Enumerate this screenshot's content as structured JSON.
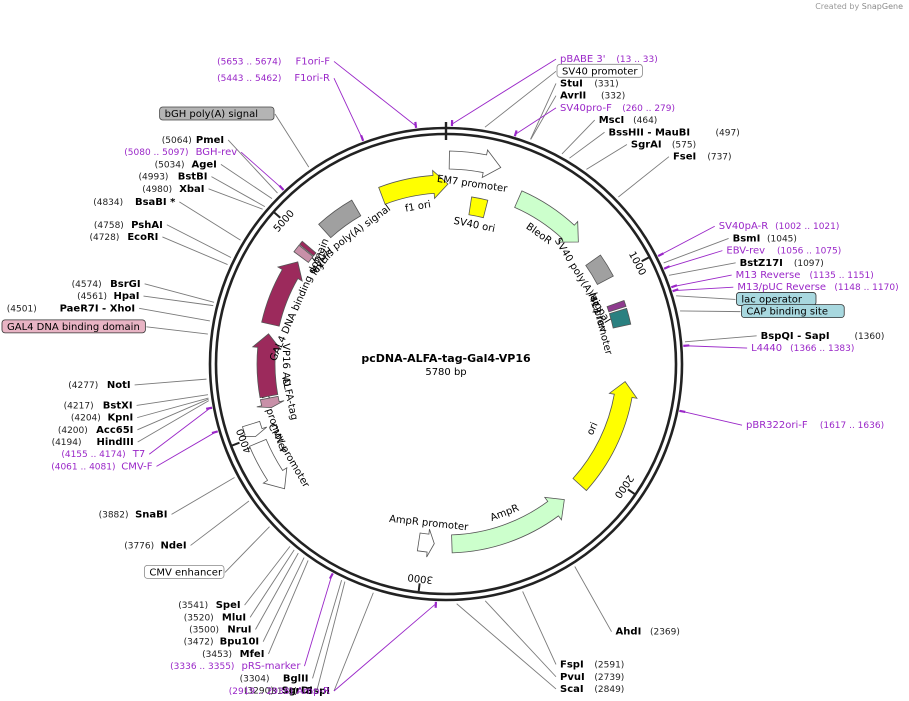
{
  "credit": {
    "prefix": "Created by",
    "brand": "SnapGene"
  },
  "title": "pcDNA-ALFA-tag-Gal4-VP16",
  "length_label": "5780 bp",
  "total_bp": 5780,
  "tick_labels": [
    "1000",
    "2000",
    "3000",
    "4000",
    "5000"
  ],
  "ticks": [
    1000,
    2000,
    3000,
    4000,
    5000
  ],
  "enzymes": [
    {
      "name": "StuI",
      "pos": "(331)",
      "bp": 331
    },
    {
      "name": "AvrII",
      "pos": "(332)",
      "bp": 332
    },
    {
      "name": "MscI",
      "pos": "(464)",
      "bp": 464
    },
    {
      "name": "BssHII  - MauBI",
      "pos": "(497)",
      "bp": 497
    },
    {
      "name": "SgrAI",
      "pos": "(575)",
      "bp": 575
    },
    {
      "name": "FseI",
      "pos": "(737)",
      "bp": 737
    },
    {
      "name": "BsmI",
      "pos": "(1045)",
      "bp": 1045
    },
    {
      "name": "BstZ17I",
      "pos": "(1097)",
      "bp": 1097
    },
    {
      "name": "BspQI  - SapI",
      "pos": "(1360)",
      "bp": 1360
    },
    {
      "name": "AhdI",
      "pos": "(2369)",
      "bp": 2369
    },
    {
      "name": "FspI",
      "pos": "(2591)",
      "bp": 2591
    },
    {
      "name": "PvuI",
      "pos": "(2739)",
      "bp": 2739
    },
    {
      "name": "ScaI",
      "pos": "(2849)",
      "bp": 2849
    },
    {
      "name": "SspI",
      "pos": "(3173)",
      "bp": 3173
    },
    {
      "name": "SgrDI",
      "pos": "(3290)",
      "bp": 3290
    },
    {
      "name": "BglII",
      "pos": "(3304)",
      "bp": 3304
    },
    {
      "name": "MfeI",
      "pos": "(3453)",
      "bp": 3453
    },
    {
      "name": "Bpu10I",
      "pos": "(3472)",
      "bp": 3472
    },
    {
      "name": "NruI",
      "pos": "(3500)",
      "bp": 3500
    },
    {
      "name": "MluI",
      "pos": "(3520)",
      "bp": 3520
    },
    {
      "name": "SpeI",
      "pos": "(3541)",
      "bp": 3541
    },
    {
      "name": "NdeI",
      "pos": "(3776)",
      "bp": 3776
    },
    {
      "name": "SnaBI",
      "pos": "(3882)",
      "bp": 3882
    },
    {
      "name": "HindIII",
      "pos": "(4194)",
      "bp": 4194
    },
    {
      "name": "Acc65I",
      "pos": "(4200)",
      "bp": 4200
    },
    {
      "name": "KpnI",
      "pos": "(4204)",
      "bp": 4204
    },
    {
      "name": "BstXI",
      "pos": "(4217)",
      "bp": 4217
    },
    {
      "name": "NotI",
      "pos": "(4277)",
      "bp": 4277
    },
    {
      "name": "PaeR7I  - XhoI",
      "pos": "(4501)",
      "bp": 4501
    },
    {
      "name": "HpaI",
      "pos": "(4561)",
      "bp": 4561
    },
    {
      "name": "BsrGI",
      "pos": "(4574)",
      "bp": 4574
    },
    {
      "name": "EcoRI",
      "pos": "(4728)",
      "bp": 4728
    },
    {
      "name": "PshAI",
      "pos": "(4758)",
      "bp": 4758
    },
    {
      "name": "BsaBI *",
      "pos": "(4834)",
      "bp": 4834
    },
    {
      "name": "XbaI",
      "pos": "(4980)",
      "bp": 4980
    },
    {
      "name": "BstBI",
      "pos": "(4993)",
      "bp": 4993
    },
    {
      "name": "AgeI",
      "pos": "(5034)",
      "bp": 5034
    },
    {
      "name": "PmeI",
      "pos": "(5064)",
      "bp": 5064
    }
  ],
  "primers": [
    {
      "name": "pBABE 3'",
      "range": "(13 .. 33)",
      "bp": 23
    },
    {
      "name": "SV40pro-F",
      "range": "(260 .. 279)",
      "bp": 270
    },
    {
      "name": "SV40pA-R",
      "range": "(1002 .. 1021)",
      "bp": 1012
    },
    {
      "name": "EBV-rev",
      "range": "(1056 .. 1075)",
      "bp": 1066
    },
    {
      "name": "M13 Reverse",
      "range": "(1135 .. 1151)",
      "bp": 1143
    },
    {
      "name": "M13/pUC Reverse",
      "range": "(1148 .. 1170)",
      "bp": 1159
    },
    {
      "name": "L4440",
      "range": "(1366 .. 1383)",
      "bp": 1375
    },
    {
      "name": "pBR322ori-F",
      "range": "(1617 .. 1636)",
      "bp": 1627
    },
    {
      "name": "Amp-R",
      "range": "(2919 .. 2938)",
      "bp": 2929
    },
    {
      "name": "pRS-marker",
      "range": "(3336 .. 3355)",
      "bp": 3346
    },
    {
      "name": "CMV-F",
      "range": "(4061 .. 4081)",
      "bp": 4071
    },
    {
      "name": "T7",
      "range": "(4155 .. 4174)",
      "bp": 4165
    },
    {
      "name": "BGH-rev",
      "range": "(5080 .. 5097)",
      "bp": 5089
    },
    {
      "name": "F1ori-R",
      "range": "(5443 .. 5462)",
      "bp": 5453
    },
    {
      "name": "F1ori-F",
      "range": "(5653 .. 5674)",
      "bp": 5664
    }
  ],
  "boxed_features": [
    {
      "name": "SV40 promoter",
      "bp": 150,
      "style": "plain"
    },
    {
      "name": "lac operator",
      "bp": 1180,
      "style": "teal"
    },
    {
      "name": "CAP binding site",
      "bp": 1240,
      "style": "teal"
    },
    {
      "name": "CMV enhancer",
      "bp": 3650,
      "style": "plain"
    },
    {
      "name": "GAL4 DNA binding domain",
      "bp": 4450,
      "style": "pink"
    },
    {
      "name": "bGH poly(A) signal",
      "bp": 5220,
      "style": "gray"
    }
  ],
  "features": [
    {
      "name": "f1 ori",
      "start": 5445,
      "end": 10,
      "color": "#ffff00",
      "track": 1,
      "dir": 1
    },
    {
      "name": "EM7 promoter",
      "start": 15,
      "end": 250,
      "color": "#ffffff",
      "track": 0,
      "dir": 1
    },
    {
      "name": "BleoR",
      "start": 380,
      "end": 760,
      "color": "#ccffcc",
      "track": 1,
      "dir": 1
    },
    {
      "name": "SV40 ori",
      "start": 140,
      "end": 230,
      "color": "#ffff00",
      "track": 2,
      "dir": 0
    },
    {
      "name": "SV40 poly(A) signal",
      "start": 880,
      "end": 1000,
      "color": "#a0a0a0",
      "track": 1,
      "dir": 0
    },
    {
      "name": "M13 rev",
      "start": 1130,
      "end": 1160,
      "color": "#8e3b8e",
      "track": 1,
      "dir": 0
    },
    {
      "name": "lac promoter",
      "start": 1170,
      "end": 1250,
      "color": "#2a8080",
      "track": 1,
      "dir": 0
    },
    {
      "name": "ori",
      "start": 1535,
      "end": 2120,
      "color": "#ffff00",
      "track": 1,
      "dir": -1
    },
    {
      "name": "AmpR",
      "start": 2230,
      "end": 2860,
      "color": "#ccffcc",
      "track": 1,
      "dir": -1
    },
    {
      "name": "AmpR promoter",
      "start": 2950,
      "end": 3030,
      "color": "#ffffff",
      "track": 1,
      "dir": -1
    },
    {
      "name": "CMV promoter",
      "start": 3730,
      "end": 3970,
      "color": "#ffffff",
      "track": 0,
      "dir": -1
    },
    {
      "name": "T7 promoter",
      "start": 4000,
      "end": 4060,
      "color": "#ffffff",
      "track": 0,
      "dir": -1
    },
    {
      "name": "ALFA-tag",
      "start": 4110,
      "end": 4160,
      "color": "#c890a8",
      "track": 1,
      "dir": -1
    },
    {
      "name": "VP16 AD",
      "start": 4170,
      "end": 4490,
      "color": "#9c2a5c",
      "track": 1,
      "dir": 1
    },
    {
      "name": "GAL4 DNA binding domain",
      "start": 4540,
      "end": 4890,
      "color": "#9c2a5c",
      "track": 1,
      "dir": 1
    },
    {
      "name": "Myc",
      "start": 4920,
      "end": 4960,
      "color": "#c890a8",
      "track": 1,
      "dir": 0
    },
    {
      "name": "6xHis",
      "start": 4965,
      "end": 4985,
      "color": "#9c2a5c",
      "track": 1,
      "dir": 0
    },
    {
      "name": "bGH poly(A) signal",
      "start": 5100,
      "end": 5300,
      "color": "#a0a0a0",
      "track": 1,
      "dir": 0
    }
  ]
}
